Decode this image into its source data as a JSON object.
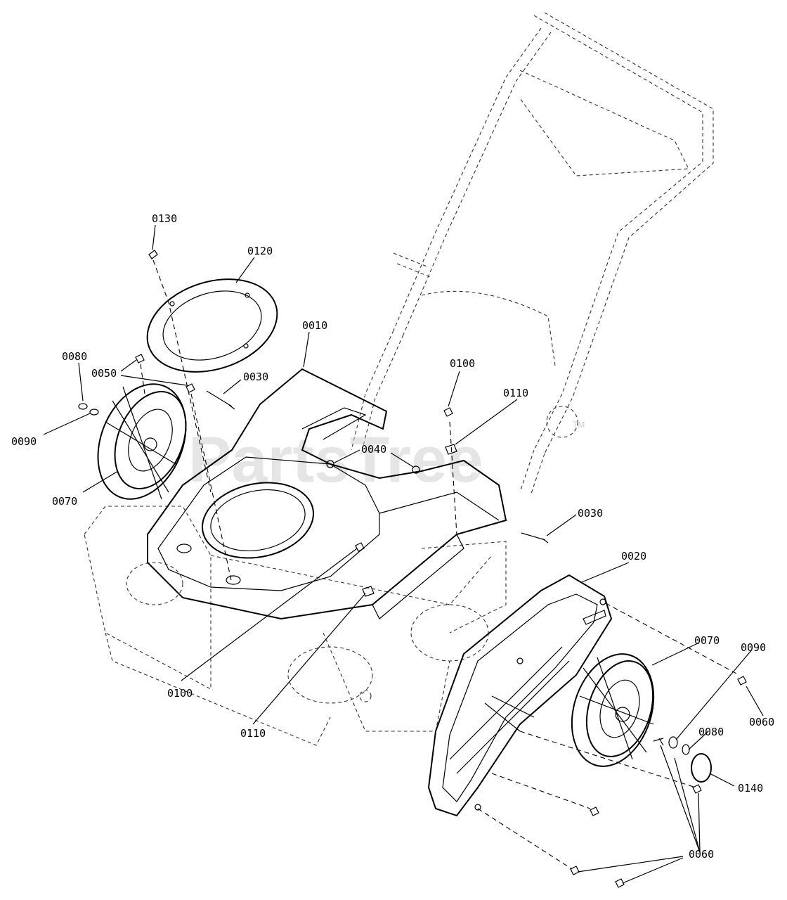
{
  "watermark": {
    "text": "PartsTree",
    "tm": "TM"
  },
  "callouts": [
    {
      "id": "0130"
    },
    {
      "id": "0120"
    },
    {
      "id": "0010"
    },
    {
      "id": "0080"
    },
    {
      "id": "0050"
    },
    {
      "id": "0030"
    },
    {
      "id": "0090"
    },
    {
      "id": "0070"
    },
    {
      "id": "0100"
    },
    {
      "id": "0110"
    },
    {
      "id": "0040"
    },
    {
      "id": "0030"
    },
    {
      "id": "0020"
    },
    {
      "id": "0100"
    },
    {
      "id": "0110"
    },
    {
      "id": "0070"
    },
    {
      "id": "0090"
    },
    {
      "id": "0060"
    },
    {
      "id": "0080"
    },
    {
      "id": "0140"
    },
    {
      "id": "0060"
    }
  ]
}
